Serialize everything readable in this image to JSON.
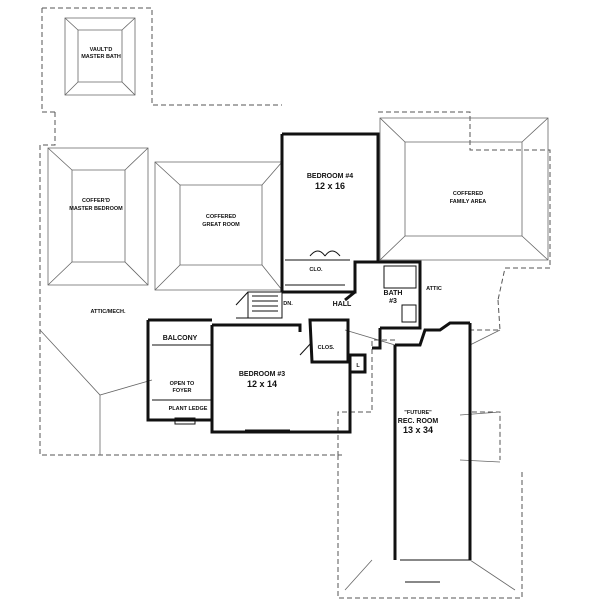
{
  "rooms": {
    "vault_master_bath": {
      "line1": "VAULT'D",
      "line2": "MASTER BATH"
    },
    "coffer_master_bedroom": {
      "line1": "COFFER'D",
      "line2": "MASTER BEDROOM"
    },
    "coffered_great_room": {
      "line1": "COFFERED",
      "line2": "GREAT ROOM"
    },
    "coffered_family_area": {
      "line1": "COFFERED",
      "line2": "FAMILY AREA"
    },
    "bedroom4": {
      "name": "BEDROOM #4",
      "size": "12 x 16"
    },
    "bedroom3": {
      "name": "BEDROOM #3",
      "size": "12 x 14"
    },
    "rec_room": {
      "line1": "\"FUTURE\"",
      "line2": "REC. ROOM",
      "size": "13 x 34"
    },
    "bath3": {
      "line1": "BATH",
      "line2": "#3"
    },
    "balcony": "BALCONY",
    "open_to_foyer": {
      "line1": "OPEN TO",
      "line2": "FOYER"
    },
    "plant_ledge": "PLANT LEDGE",
    "attic_mech": "ATTIC/MECH.",
    "attic": "ATTIC",
    "hall": "HALL",
    "dn": "DN.",
    "clo_1": "CLO.",
    "clo_2": "CLOS.",
    "linen": "L"
  }
}
